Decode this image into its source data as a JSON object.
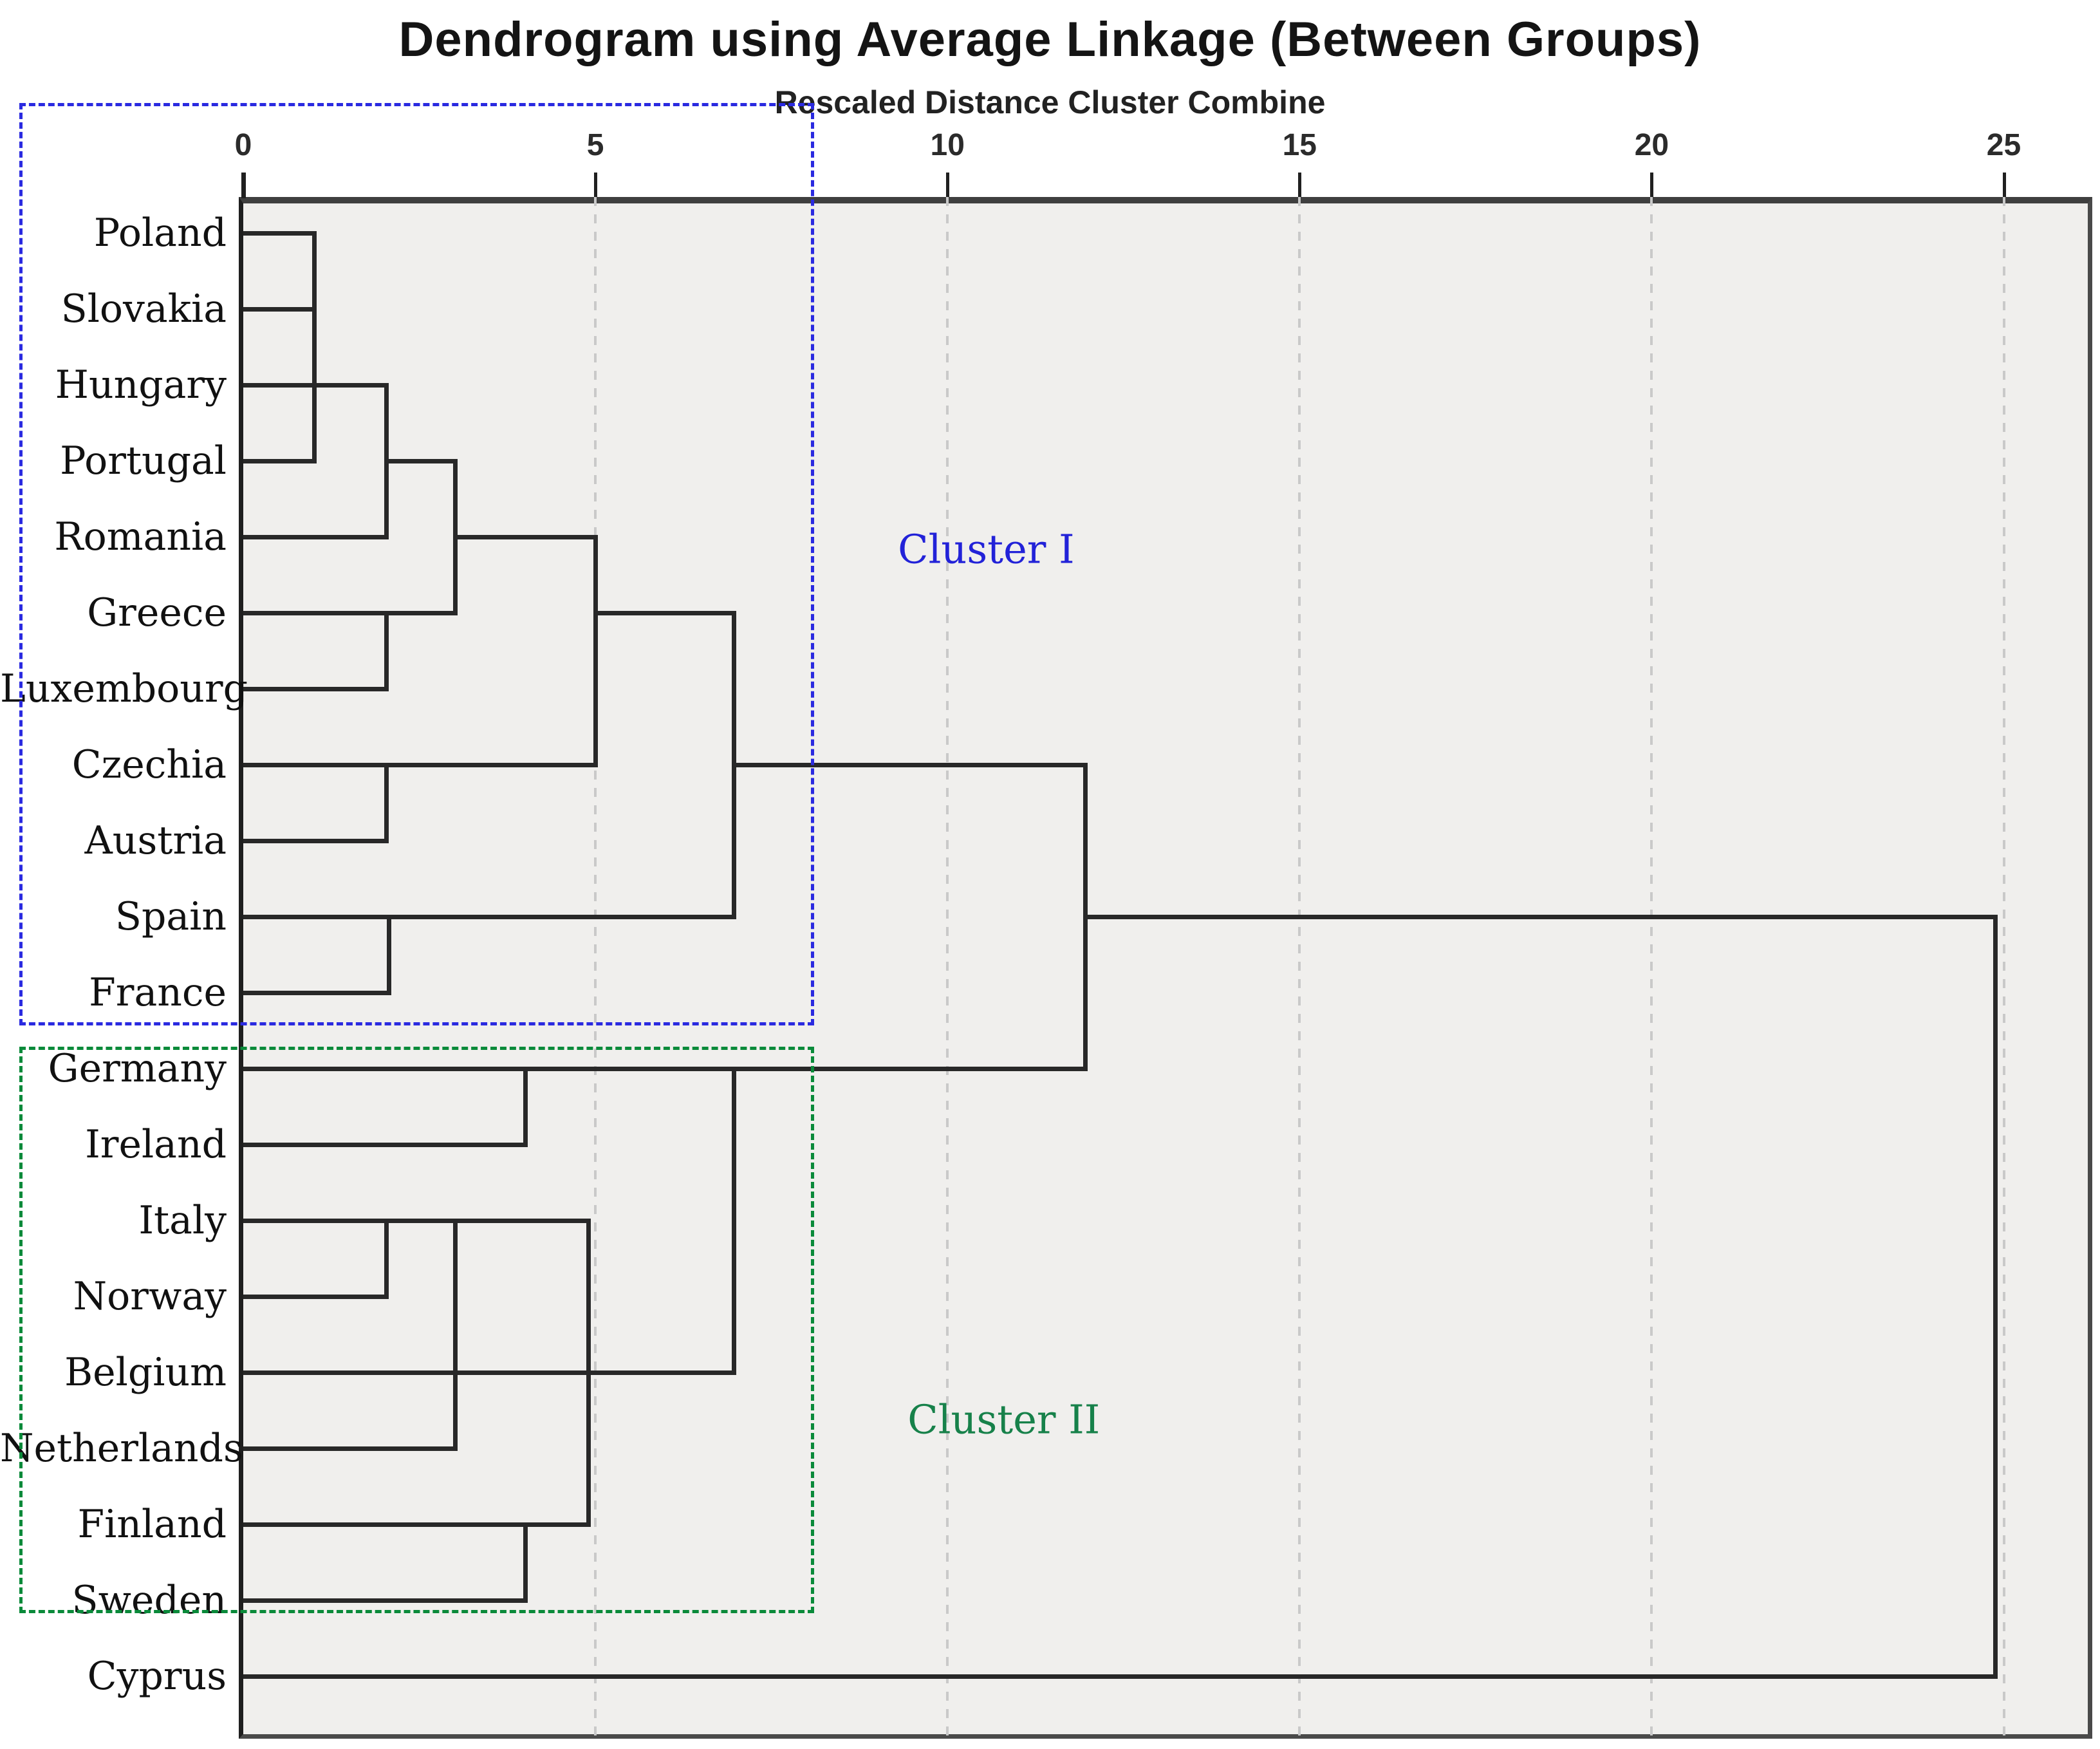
{
  "title": "Dendrogram using Average Linkage (Between Groups)",
  "subtitle": "Rescaled Distance Cluster Combine",
  "cluster_labels": [
    {
      "id": "cluster-1",
      "text": "Cluster I",
      "color": "#2222d8",
      "d": 10.55,
      "r": 4.16
    },
    {
      "id": "cluster-2",
      "text": "Cluster II",
      "color": "#17814a",
      "d": 10.8,
      "r": 15.62
    }
  ],
  "cluster_boxes": [
    {
      "id": "cluster-1-box",
      "color": "#2a2ae0",
      "d1": -3.18,
      "d2": 8.11,
      "r1": -1.71,
      "r2": 10.43
    },
    {
      "id": "cluster-2-box",
      "color": "#0a8a3a",
      "d1": -3.18,
      "d2": 8.11,
      "r1": 10.71,
      "r2": 18.17
    }
  ],
  "chart_data": {
    "type": "dendrogram",
    "orientation": "horizontal, leaves on left",
    "title": "Dendrogram using Average Linkage (Between Groups)",
    "xlabel": "Rescaled Distance Cluster Combine",
    "xlim": [
      0,
      25
    ],
    "x_ticks": [
      0,
      5,
      10,
      15,
      20,
      25
    ],
    "grid": "dashed gray vertical gridlines at ticks 5,10,15,20,25",
    "leaves": [
      "Poland",
      "Slovakia",
      "Hungary",
      "Portugal",
      "Romania",
      "Greece",
      "Luxembourg",
      "Czechia",
      "Austria",
      "Spain",
      "France",
      "Germany",
      "Ireland",
      "Italy",
      "Norway",
      "Belgium",
      "Netherlands",
      "Finland",
      "Sweden",
      "Cyprus"
    ],
    "merges": [
      {
        "a": "Poland",
        "b": "Slovakia",
        "distance": 1.0
      },
      {
        "a": "Poland+Slovakia",
        "b": "Portugal",
        "distance": 1.0
      },
      {
        "a": "Poland+Slovakia+Portugal",
        "b": "Hungary",
        "distance": 2.0
      },
      {
        "a": "Poland+Slovakia+Portugal+Hungary",
        "b": "Romania",
        "distance": 2.0
      },
      {
        "a": "Greece",
        "b": "Luxembourg",
        "distance": 2.0
      },
      {
        "a": "Czechia",
        "b": "Austria",
        "distance": 2.0
      },
      {
        "a": "Spain",
        "b": "France",
        "distance": 2.05
      },
      {
        "a": "Italy",
        "b": "Norway",
        "distance": 2.0
      },
      {
        "a": "Poland..Romania",
        "b": "Greece+Luxembourg",
        "distance": 3.0
      },
      {
        "a": "Italy+Norway",
        "b": "Netherlands",
        "distance": 3.0
      },
      {
        "a": "Germany",
        "b": "Ireland",
        "distance": 4.0
      },
      {
        "a": "Finland",
        "b": "Sweden",
        "distance": 4.0
      },
      {
        "a": "Italy+Norway+Netherlands",
        "b": "Belgium",
        "distance": 4.87
      },
      {
        "a": "Italy+Norway+Netherlands+Belgium",
        "b": "Finland+Sweden",
        "distance": 4.87
      },
      {
        "a": "Poland..Luxembourg",
        "b": "Czechia+Austria",
        "distance": 4.97
      },
      {
        "a": "Poland..Austria",
        "b": "Spain+France",
        "distance": 6.94,
        "note": "completes Cluster I"
      },
      {
        "a": "Italy..Sweden",
        "b": "Germany+Ireland",
        "distance": 6.94,
        "note": "completes Cluster II"
      },
      {
        "a": "Cluster I",
        "b": "Cluster II",
        "distance": 11.93
      },
      {
        "a": "Cluster I + Cluster II",
        "b": "Cyprus",
        "distance": 24.85
      }
    ],
    "segments": {
      "h": [
        [
          0,
          0,
          0.98
        ],
        [
          1,
          0,
          0.98
        ],
        [
          2,
          0,
          2.0
        ],
        [
          3,
          0,
          0.98
        ],
        [
          3,
          2.0,
          2.98
        ],
        [
          4,
          0,
          2.0
        ],
        [
          4,
          2.98,
          4.97
        ],
        [
          5,
          0,
          2.98
        ],
        [
          5,
          4.97,
          6.94
        ],
        [
          6,
          0,
          2.0
        ],
        [
          7,
          0,
          4.97
        ],
        [
          7,
          6.94,
          11.93
        ],
        [
          8,
          0,
          2.0
        ],
        [
          9,
          0,
          6.94
        ],
        [
          9,
          11.93,
          24.85
        ],
        [
          10,
          0,
          2.04
        ],
        [
          11,
          0,
          11.93
        ],
        [
          12,
          0,
          3.98
        ],
        [
          13,
          0,
          4.87
        ],
        [
          14,
          0,
          2.0
        ],
        [
          15,
          0,
          6.94
        ],
        [
          16,
          0,
          2.98
        ],
        [
          17,
          0,
          4.87
        ],
        [
          18,
          0,
          3.98
        ],
        [
          19,
          0,
          24.85
        ]
      ],
      "v": [
        [
          0.98,
          0,
          3
        ],
        [
          2.0,
          2,
          4
        ],
        [
          2.0,
          5,
          6
        ],
        [
          2.0,
          7,
          8
        ],
        [
          2.04,
          9,
          10
        ],
        [
          2.98,
          3,
          5
        ],
        [
          4.97,
          4,
          7
        ],
        [
          6.94,
          5,
          9
        ],
        [
          11.93,
          7,
          11
        ],
        [
          24.85,
          9,
          19
        ],
        [
          2.0,
          13,
          14
        ],
        [
          2.98,
          13,
          16
        ],
        [
          3.98,
          11,
          12
        ],
        [
          3.98,
          17,
          18
        ],
        [
          4.87,
          13,
          17
        ],
        [
          6.94,
          11,
          15
        ]
      ]
    }
  },
  "colors": {
    "plot_background": "#f0efed",
    "tree_line": "#282828",
    "gridline": "#c9c9c9",
    "frame": "#3f3f3f",
    "cluster1": "#2222d8",
    "cluster2": "#17814a"
  }
}
